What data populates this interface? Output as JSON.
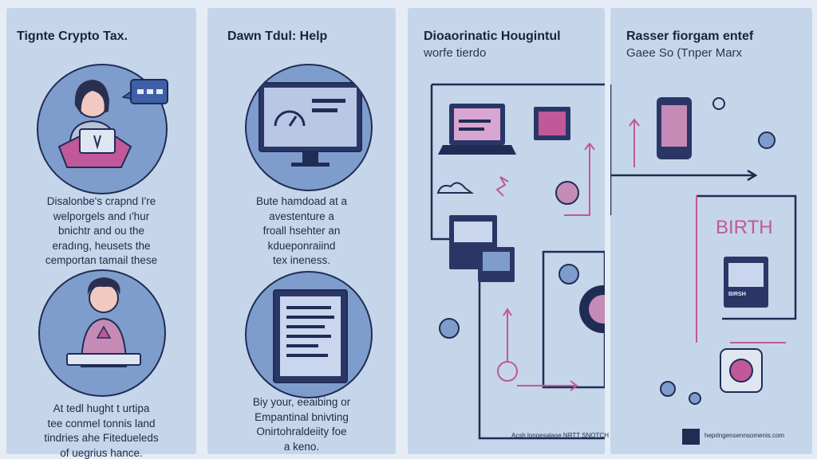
{
  "panels": [
    {
      "title": "Tignte Crypto Tax.",
      "text1": "Disalonbe's crapnd I're\nwelporgels and ı'hur\nbnichtr and ou the\neradıng, heusets the\ncemportan tamail these",
      "text2": "At tedl hught t urtipa\ntee conmel tonnis land\ntindries ahe Fitedueleds\nof uegrius hance."
    },
    {
      "title": "Dawn Tdul: Help",
      "text1": "Bute hamdoad at a\navestenture a\nfroall hsehter an\nkdueponraiind\ntex ineness.",
      "text2": "Biy your, eeaibing or\nEmpantinal bnivting\nOnirtohraldeiity foe\na keno."
    },
    {
      "title": "Dioaorinatic Hougintul",
      "subtitle": "worfe tierdo",
      "footer": "Acsh longesalase NRTT SNOTCH"
    },
    {
      "title": "Rasser fiorgam entef",
      "subtitle": "Gaee So (Tnper Marx",
      "sign": "BIRTH",
      "badge": "BIRSH",
      "footer": "hepringensennsomenis.com"
    }
  ],
  "colors": {
    "panel": "#c5d6ea",
    "navy": "#1f2d55",
    "pink": "#c0589a",
    "circle": "#7f9dcc"
  },
  "icons": [
    "woman-laptop-icon",
    "chat-bubble-icon",
    "man-laptop-icon",
    "monitor-icon",
    "document-icon",
    "laptop-icon",
    "gear-icon",
    "cloud-icon",
    "clock-icon",
    "cash-icon",
    "coin-icon"
  ]
}
